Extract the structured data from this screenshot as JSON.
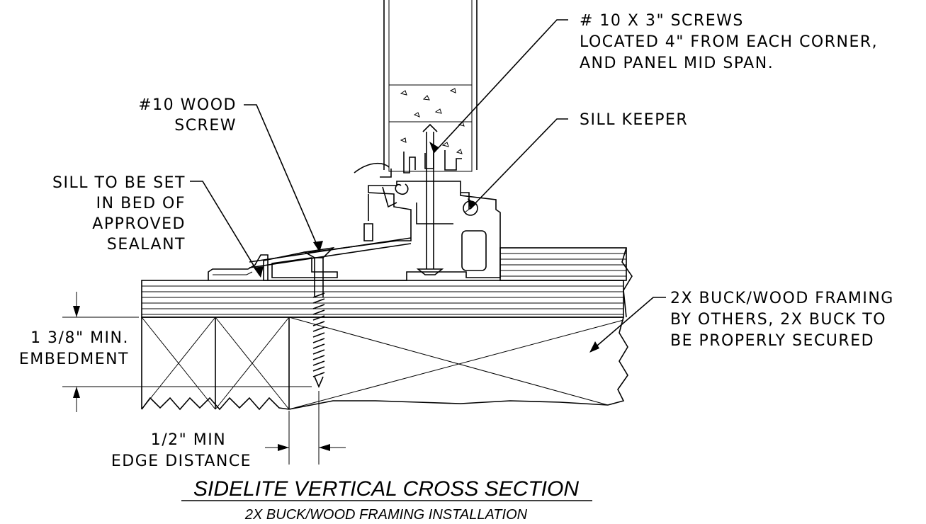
{
  "callouts": {
    "screws_line1": "# 10 X 3\" SCREWS",
    "screws_line2": "LOCATED 4\" FROM EACH CORNER,",
    "screws_line3": "AND PANEL MID SPAN.",
    "wood_screw_line1": "#10 WOOD",
    "wood_screw_line2": "SCREW",
    "sill_keeper": "SILL KEEPER",
    "sill_line1": "SILL TO BE SET",
    "sill_line2": "IN BED OF",
    "sill_line3": "APPROVED",
    "sill_line4": "SEALANT",
    "buck_line1": "2X BUCK/WOOD FRAMING",
    "buck_line2": "BY OTHERS, 2X BUCK TO",
    "buck_line3": "BE PROPERLY SECURED",
    "embed_line1": "1 3/8\" MIN.",
    "embed_line2": "EMBEDMENT",
    "edge_line1": "1/2\" MIN",
    "edge_line2": "EDGE DISTANCE"
  },
  "title": {
    "main": "SIDELITE VERTICAL CROSS SECTION",
    "sub": "2X BUCK/WOOD FRAMING INSTALLATION"
  }
}
